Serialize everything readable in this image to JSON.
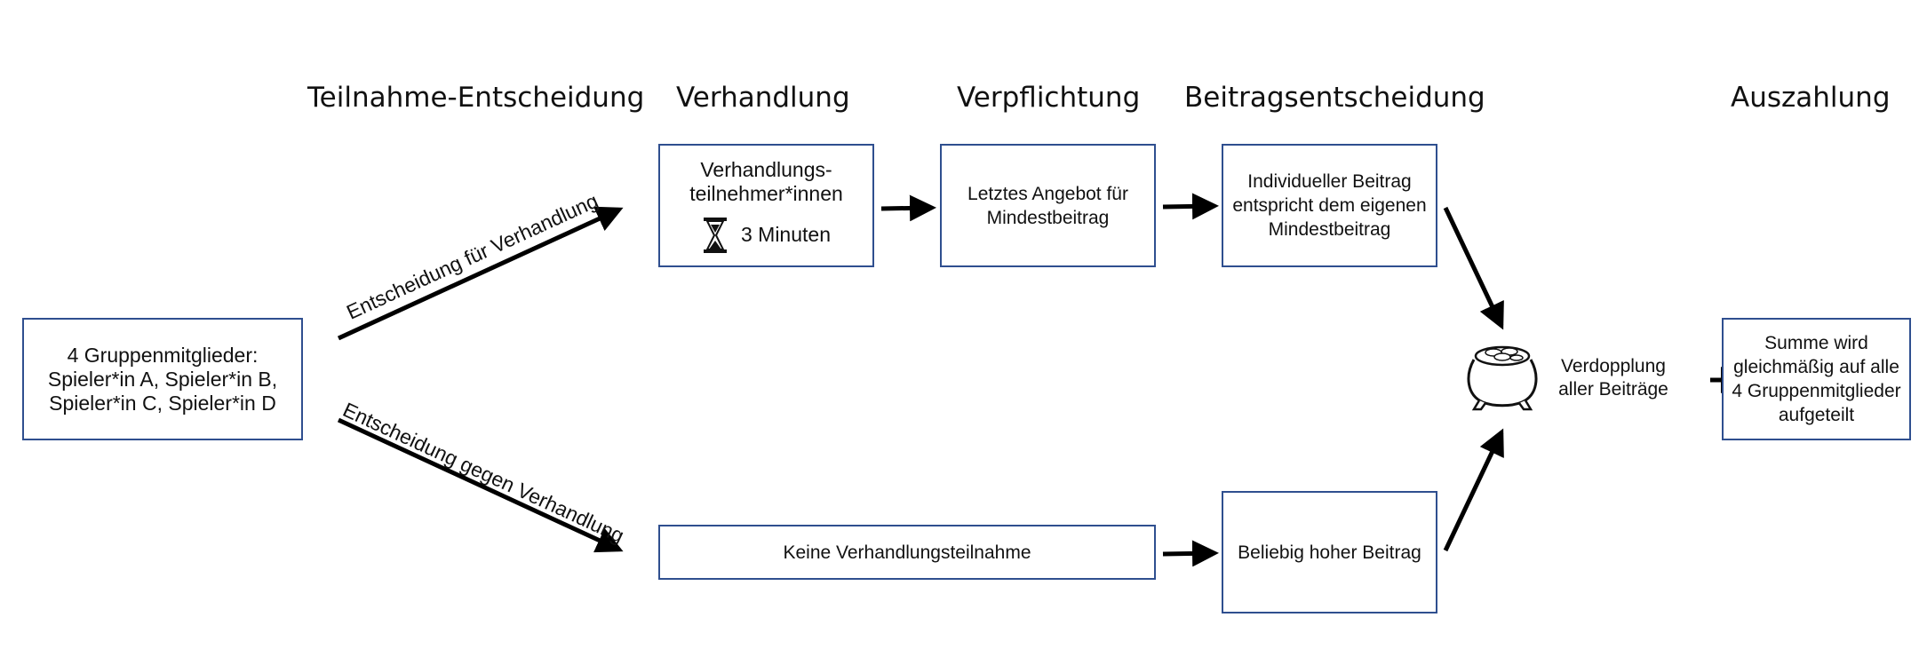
{
  "stages": {
    "participation": "Teilnahme-Entscheidung",
    "negotiation": "Verhandlung",
    "commitment": "Verpflichtung",
    "contribution": "Beitragsentscheidung",
    "payout": "Auszahlung"
  },
  "boxes": {
    "group_members": "4 Gruppenmitglieder:\nSpieler*in A, Spieler*in B,\nSpieler*in C, Spieler*in D",
    "negotiators": "Verhandlungs-\nteilnehmer*innen",
    "timer": "3 Minuten",
    "last_offer": "Letztes Angebot für\nMindestbeitrag",
    "individual_contribution": "Individueller Beitrag\nentspricht dem eigenen\nMindestbeitrag",
    "no_negotiation": "Keine Verhandlungsteilnahme",
    "arbitrary_contribution": "Beliebig hoher Beitrag",
    "sum_distribution": "Summe wird\ngleichmäßig auf alle\n4 Gruppenmitglieder\naufgeteilt"
  },
  "labels": {
    "decision_for": "Entscheidung für Verhandlung",
    "decision_against": "Entscheidung gegen Verhandlung",
    "doubling": "Verdopplung\naller Beiträge"
  },
  "icons": {
    "timer_icon": "hourglass-icon",
    "pot_icon": "pot-of-coins-icon"
  },
  "colors": {
    "box_border": "#2f4f8f",
    "arrow": "#000000",
    "text": "#111111"
  }
}
